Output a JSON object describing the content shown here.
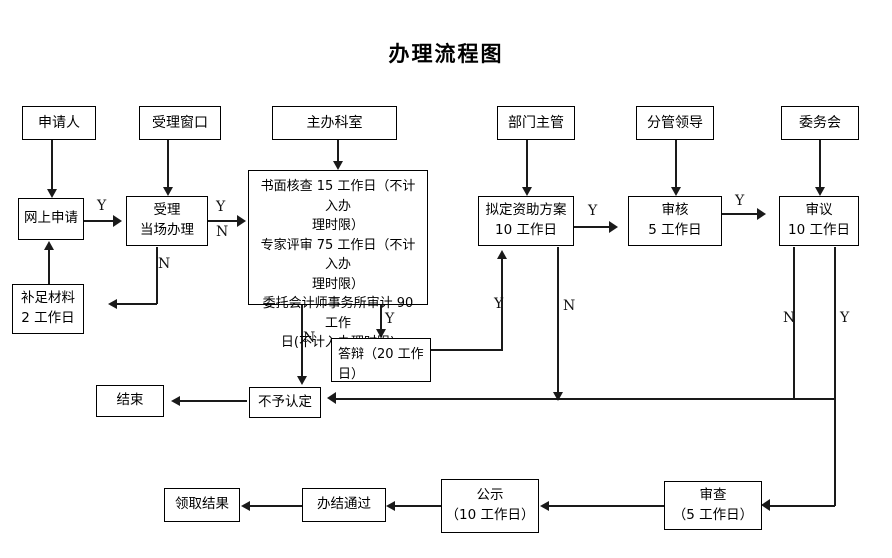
{
  "title": "办理流程图",
  "lanes": [
    {
      "id": "applicant",
      "label": "申请人"
    },
    {
      "id": "acceptance-window",
      "label": "受理窗口"
    },
    {
      "id": "host-section",
      "label": "主办科室"
    },
    {
      "id": "department-head",
      "label": "部门主管"
    },
    {
      "id": "deputy-leader",
      "label": "分管领导"
    },
    {
      "id": "committee",
      "label": "委务会"
    }
  ],
  "nodes": {
    "online_application": {
      "label": "网上申请"
    },
    "accept_onsite": {
      "line1": "受理",
      "line2": "当场办理"
    },
    "supplement": {
      "line1": "补足材料",
      "line2": "2 工作日"
    },
    "review_detail": {
      "line1": "书面核查 15 工作日（不计入办",
      "line2": "理时限）",
      "line3": "专家评审 75 工作日（不计入办",
      "line4": "理时限）",
      "line5": "委托会计师事务所审计 90 工作",
      "line6": "日(不计入办理时限)"
    },
    "defense": {
      "line1": "答辩（20 工作",
      "line2": "日）"
    },
    "not_recognized": {
      "label": "不予认定"
    },
    "end": {
      "label": "结束"
    },
    "draft_plan": {
      "line1": "拟定资助方案",
      "line2": "10 工作日"
    },
    "examine": {
      "line1": "审核",
      "line2": "5 工作日"
    },
    "deliberate": {
      "line1": "审议",
      "line2": "10 工作日"
    },
    "inspect": {
      "line1": "审查",
      "line2": "（5 工作日）"
    },
    "publicize": {
      "line1": "公示",
      "line2": "（10 工作日）"
    },
    "completed": {
      "label": "办结通过"
    },
    "collect_result": {
      "label": "领取结果"
    }
  },
  "edge_labels": {
    "online_to_accept": "Y",
    "accept_out_yes": "Y",
    "accept_out_no": "N",
    "accept_back_no": "N",
    "review_to_defense": "Y",
    "review_to_reject": "N",
    "defense_to_plan": "Y",
    "plan_no": "N",
    "examine_yes": "Y",
    "deliberate_no": "N",
    "deliberate_yes": "Y"
  },
  "colors": {
    "background": "#ffffff",
    "stroke": "#1a1a1a",
    "text": "#000000"
  }
}
